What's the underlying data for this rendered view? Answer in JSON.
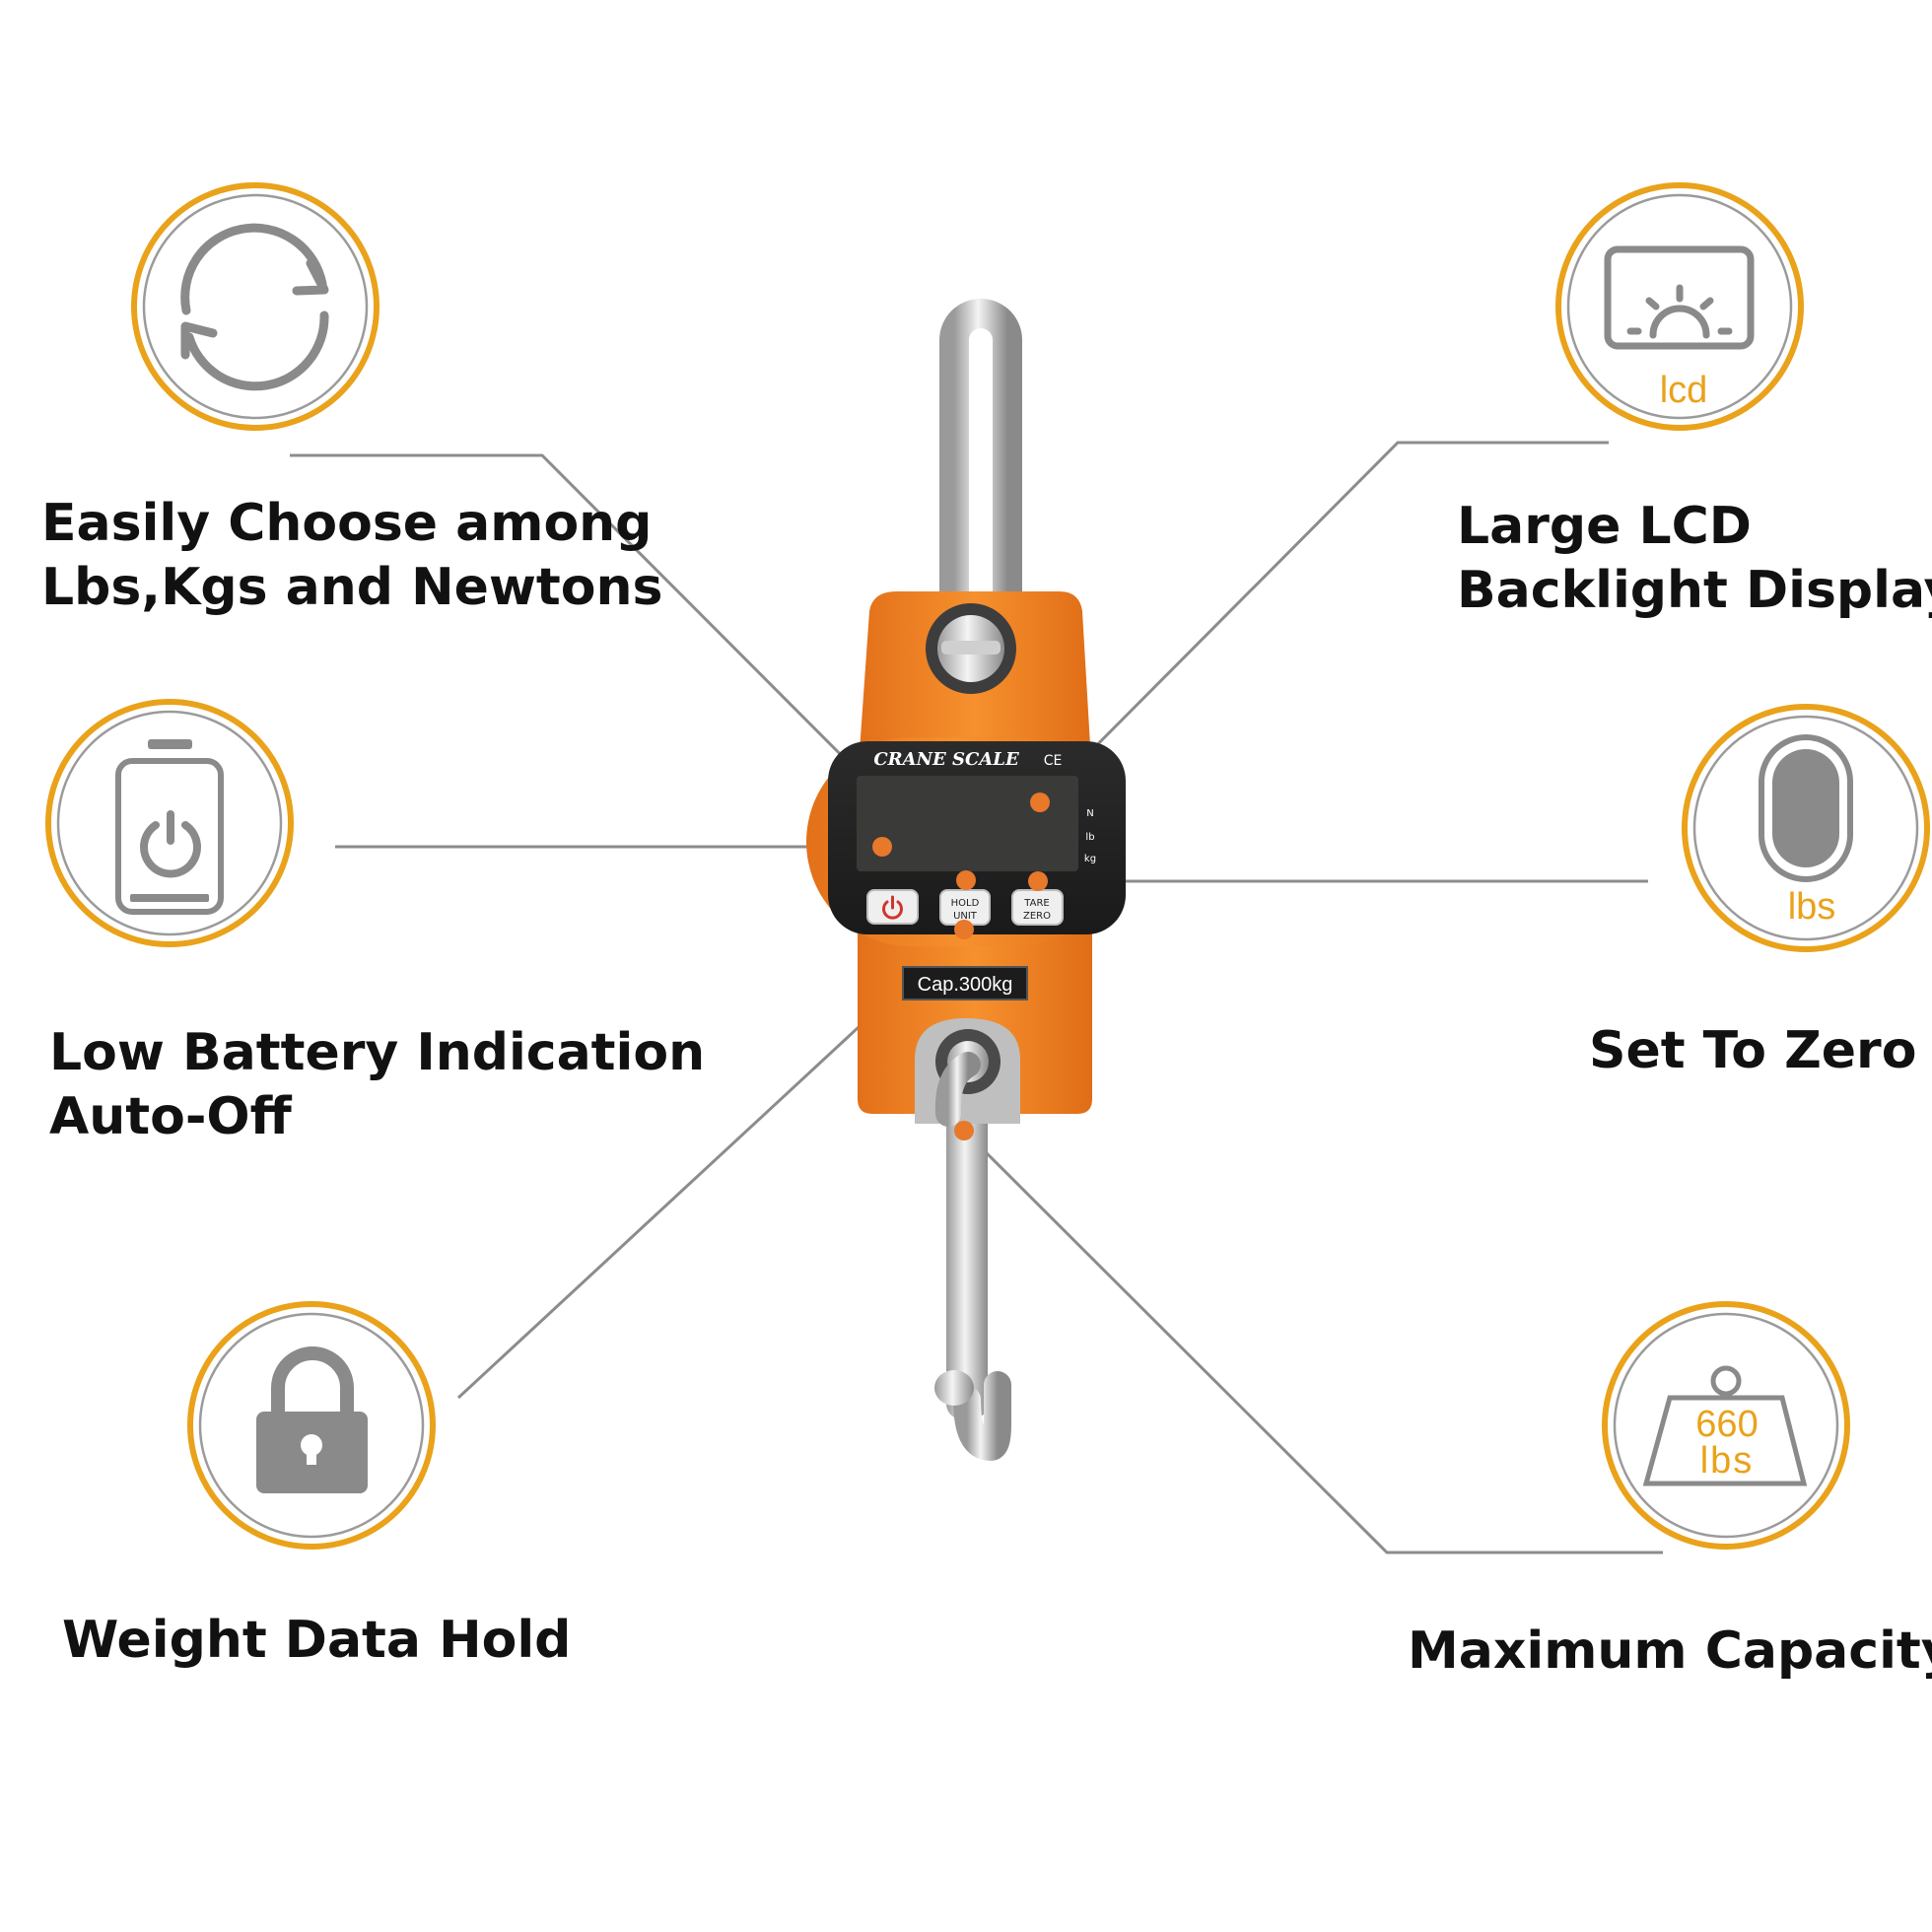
{
  "features": {
    "unit_switch": {
      "line1": "Easily Choose among",
      "line2": "Lbs,Kgs and Newtons",
      "icon": "refresh-icon"
    },
    "lcd_display": {
      "line1": "Large LCD",
      "line2": "Backlight Display",
      "icon": "lcd-backlight-icon",
      "icon_text": "lcd"
    },
    "low_battery": {
      "line1": "Low Battery Indication",
      "line2": "Auto-Off",
      "icon": "battery-power-icon"
    },
    "set_zero": {
      "line1": "Set To Zero",
      "icon": "tare-pill-icon",
      "icon_text": "lbs"
    },
    "data_hold": {
      "line1": "Weight Data Hold",
      "icon": "lock-icon"
    },
    "max_capacity": {
      "line1": "Maximum Capacity",
      "icon": "weight-icon",
      "icon_value": "660",
      "icon_unit": "lbs"
    }
  },
  "scale": {
    "title": "CRANE SCALE",
    "ce_mark": "CE",
    "units": [
      "N",
      "lb",
      "kg"
    ],
    "buttons": {
      "hold_line1": "HOLD",
      "hold_line2": "UNIT",
      "tare_line1": "TARE",
      "tare_line2": "ZERO"
    },
    "capacity_label": "Cap.300kg"
  },
  "colors": {
    "accent": "#e9a21a",
    "scale_body": "#f07f1e",
    "icon_gray": "#8a8a8a",
    "callout_dot": "#e8782a",
    "text": "#111111"
  }
}
